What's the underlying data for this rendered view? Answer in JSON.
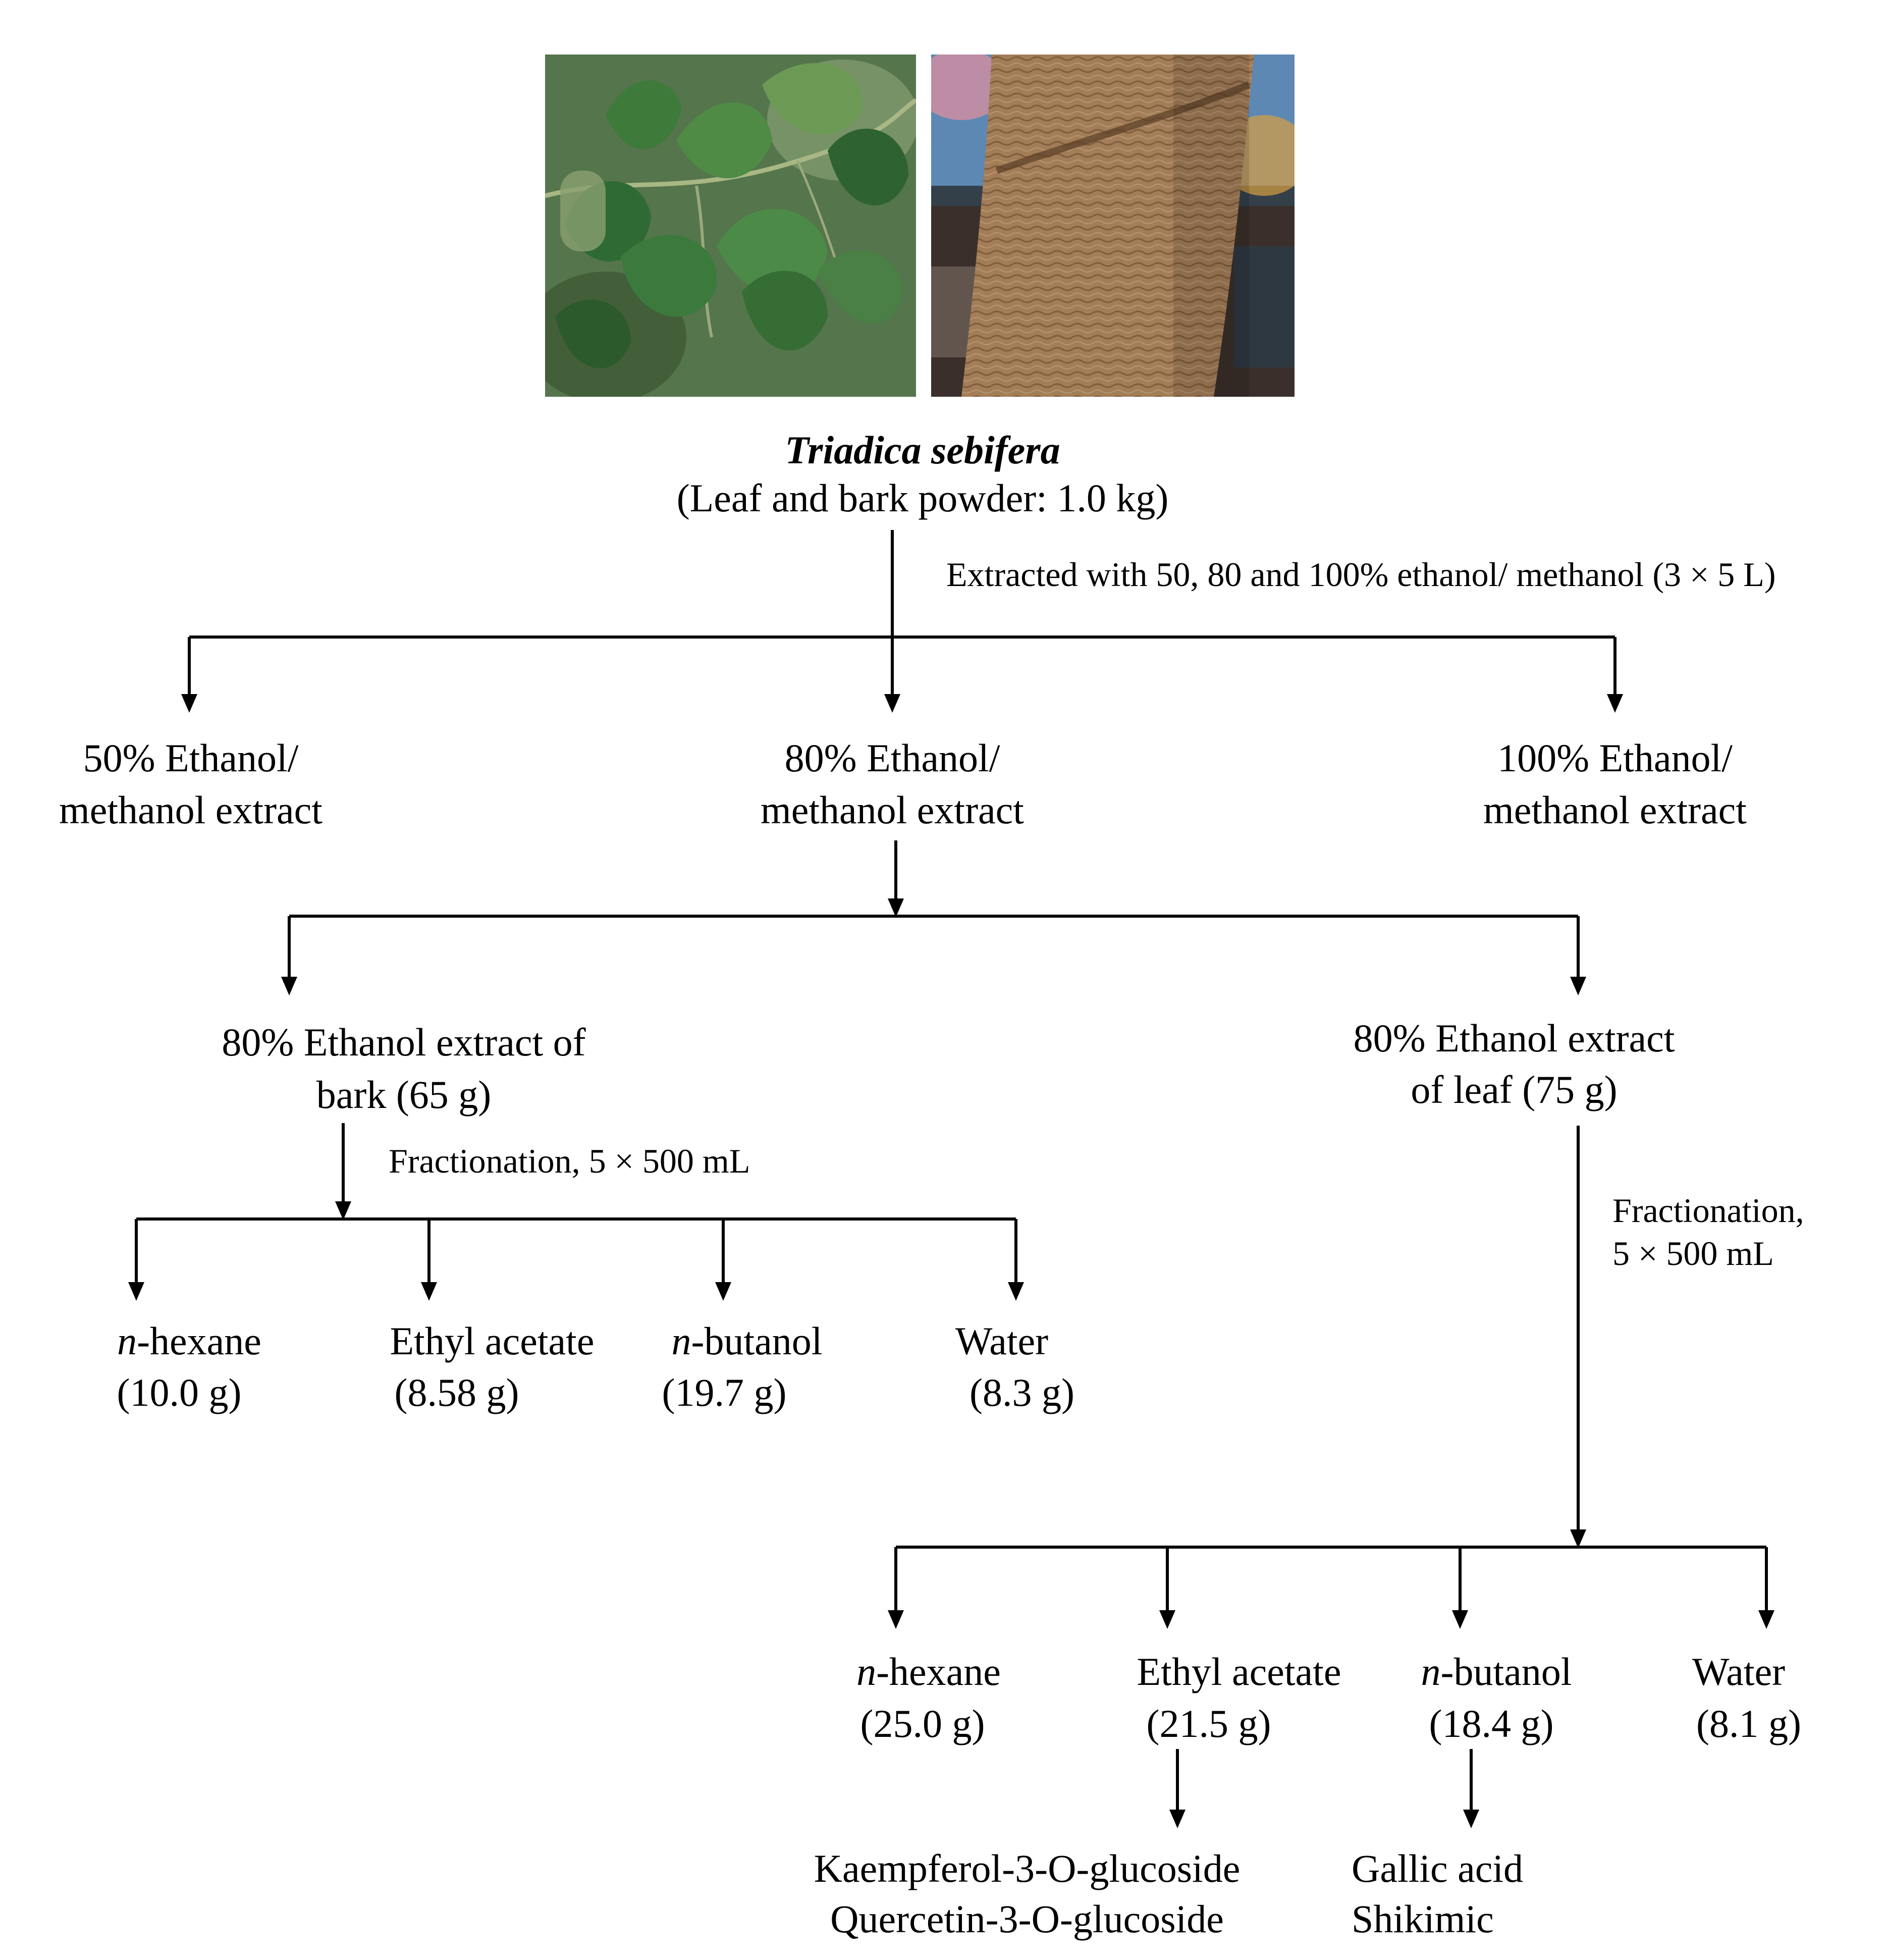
{
  "photos": {
    "leaf": {
      "description": "Triadica sebifera leaves"
    },
    "bark": {
      "description": "Triadica sebifera bark"
    }
  },
  "source": {
    "species": "Triadica sebifera",
    "material": "(Leaf and bark powder: 1.0 kg)"
  },
  "step1_label": "Extracted with 50, 80 and 100% ethanol/ methanol (3 × 5 L)",
  "extracts": [
    {
      "line1": "50% Ethanol/",
      "line2": "methanol extract"
    },
    {
      "line1": "80% Ethanol/",
      "line2": "methanol extract"
    },
    {
      "line1": "100% Ethanol/",
      "line2": "methanol extract"
    }
  ],
  "bark": {
    "line1": "80% Ethanol extract of",
    "line2": "bark (65 g)",
    "fraction_label": "Fractionation, 5 × 500 mL",
    "fractions": [
      {
        "prefix": "n",
        "name": "-hexane",
        "amount": "(10.0 g)"
      },
      {
        "prefix": "",
        "name": "Ethyl acetate",
        "amount": "(8.58 g)"
      },
      {
        "prefix": "n",
        "name": "-butanol",
        "amount": "(19.7 g)"
      },
      {
        "prefix": "",
        "name": "Water",
        "amount": "(8.3 g)"
      }
    ]
  },
  "leaf": {
    "line1": "80% Ethanol extract",
    "line2": "of leaf (75 g)",
    "fraction_label_1": "Fractionation,",
    "fraction_label_2": "5 × 500 mL",
    "fractions": [
      {
        "prefix": "n",
        "name": "-hexane",
        "amount": "(25.0 g)"
      },
      {
        "prefix": "",
        "name": "Ethyl acetate",
        "amount": "(21.5 g)"
      },
      {
        "prefix": "n",
        "name": "-butanol",
        "amount": "(18.4 g)"
      },
      {
        "prefix": "",
        "name": "Water",
        "amount": "(8.1 g)"
      }
    ]
  },
  "compounds": {
    "ethyl_acetate": [
      "Kaempferol-3-O-glucoside",
      "Quercetin-3-O-glucoside"
    ],
    "butanol": [
      "Gallic acid",
      "Shikimic"
    ]
  }
}
